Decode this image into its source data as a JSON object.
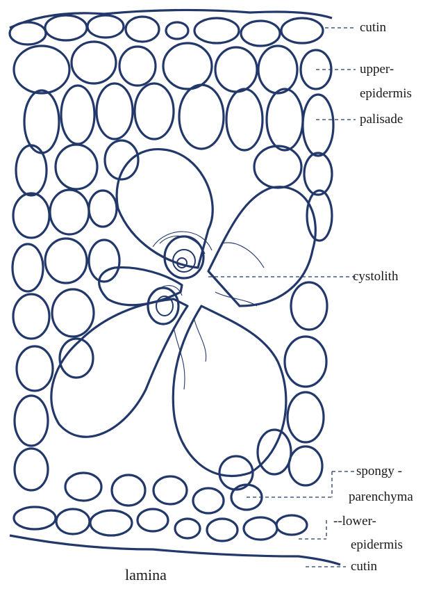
{
  "labels": {
    "cutin_top": "cutin",
    "upper_epidermis_1": "upper-",
    "upper_epidermis_2": "epidermis",
    "palisade": "palisade",
    "cystolith": "cystolith",
    "spongy_1": "spongy -",
    "spongy_2": "parenchyma",
    "lower_epidermis_1": "--lower-",
    "lower_epidermis_2": "epidermis",
    "cutin_bottom": "cutin"
  },
  "caption": "lamina",
  "colors": {
    "ink": "#22386a",
    "background": "#ffffff"
  }
}
